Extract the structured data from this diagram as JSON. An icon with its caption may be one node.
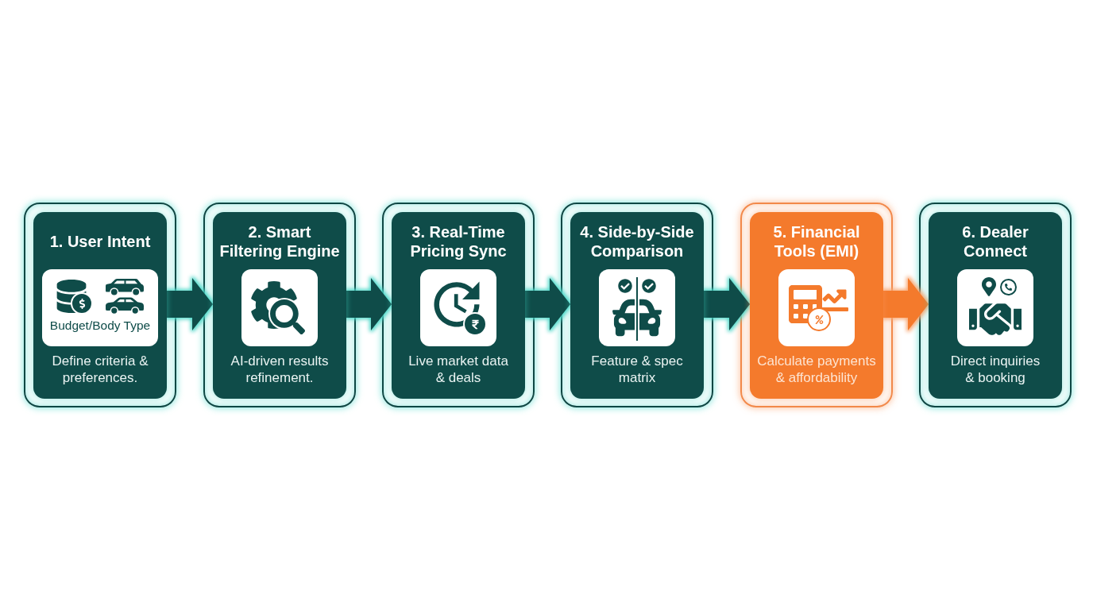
{
  "diagram": {
    "nodes": [
      {
        "text": [
          "1. User Intent",
          "Define criteria & preferences."
        ]
      },
      {
        "text": [
          "Budget/Body Type"
        ],
        "in": 0
      },
      {
        "text": [
          "2. Smart Filtering Engine",
          "AI-driven results refinement."
        ]
      },
      {
        "text": [
          "3. Real-Time Pricing Sync",
          "Live market data & deals"
        ]
      },
      {
        "text": [
          "4. Side-by-Side Comparison",
          "Feature & spec matrix"
        ]
      },
      {
        "text": [
          "5. Financial Tools (EMI)",
          "Calculate payments & affordability"
        ]
      },
      {
        "text": [
          "6. Dealer Connect",
          "Direct inquiries & booking"
        ]
      }
    ],
    "edges": [
      {
        "from": 0,
        "to": 2,
        "arrow": "to"
      },
      {
        "from": 2,
        "to": 3,
        "arrow": "to"
      },
      {
        "from": 3,
        "to": 4,
        "arrow": "to"
      },
      {
        "from": 4,
        "to": 5,
        "arrow": "to"
      },
      {
        "from": 5,
        "to": 6,
        "arrow": "to",
        "color": "#f47a2c"
      }
    ]
  }
}
